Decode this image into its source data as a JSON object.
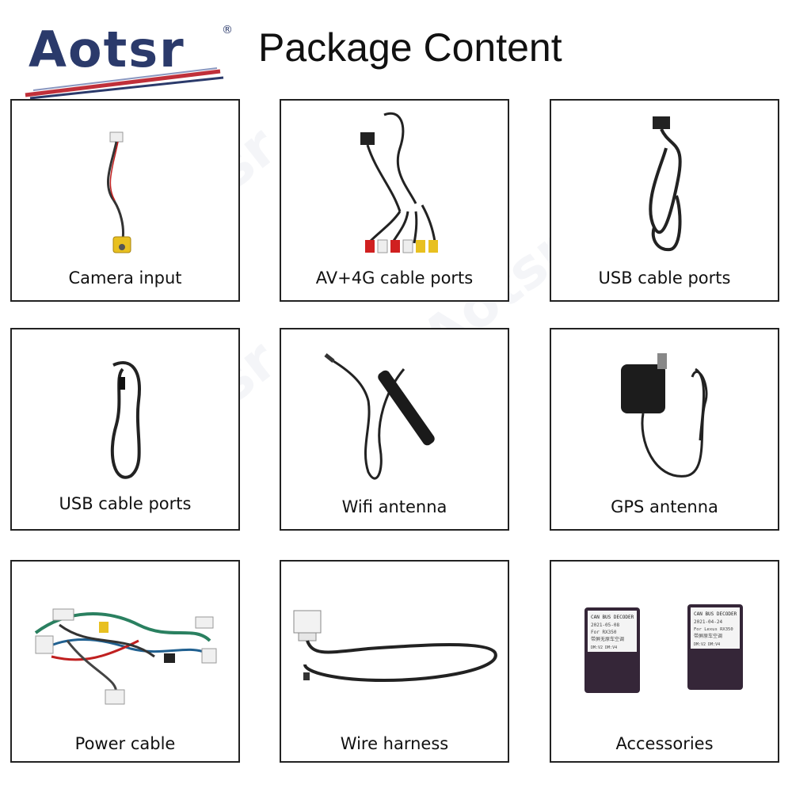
{
  "brand": {
    "name": "Aotsr",
    "registered": "®"
  },
  "page": {
    "title": "Package Content"
  },
  "items": [
    {
      "label": "Camera input"
    },
    {
      "label": "AV+4G cable ports"
    },
    {
      "label": "USB cable ports"
    },
    {
      "label": "USB cable ports"
    },
    {
      "label": "Wifi antenna"
    },
    {
      "label": "GPS antenna"
    },
    {
      "label": "Power cable"
    },
    {
      "label": "Wire harness"
    },
    {
      "label": "Accessories"
    }
  ],
  "decoder": {
    "title": "CAN BUS DECODER",
    "left": {
      "date": "2021-05-08",
      "model": "For RX350",
      "note": "带屏无原车空调",
      "pins": "DM:V2   DM:V4"
    },
    "right": {
      "date": "2021-04-24",
      "model": "For Lexus RX350",
      "note": "带屏原车空调",
      "pins": "DM:V2   DM:V4"
    }
  },
  "colors": {
    "brand_navy": "#2b3a6b",
    "brand_red": "#c0303a",
    "border": "#222222"
  }
}
